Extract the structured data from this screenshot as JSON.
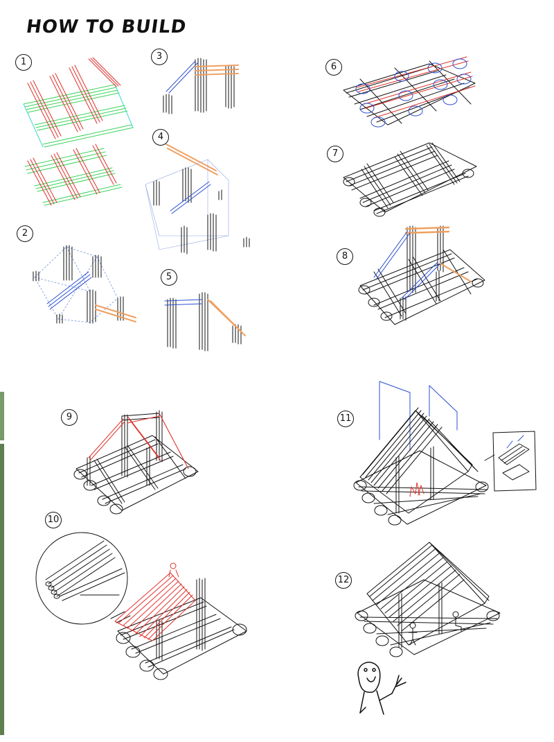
{
  "title": "HOW TO BUILD",
  "steps": [
    {
      "n": "1"
    },
    {
      "n": "2"
    },
    {
      "n": "3"
    },
    {
      "n": "4"
    },
    {
      "n": "5"
    },
    {
      "n": "6"
    },
    {
      "n": "7"
    },
    {
      "n": "8"
    },
    {
      "n": "9"
    },
    {
      "n": "10"
    },
    {
      "n": "11"
    },
    {
      "n": "12"
    }
  ],
  "colors": {
    "ink": "#111111",
    "red": "#e0302a",
    "green": "#39d35a",
    "blue": "#2a4fd0",
    "orange": "#f0a060",
    "lightblue": "#8fa6e6"
  }
}
